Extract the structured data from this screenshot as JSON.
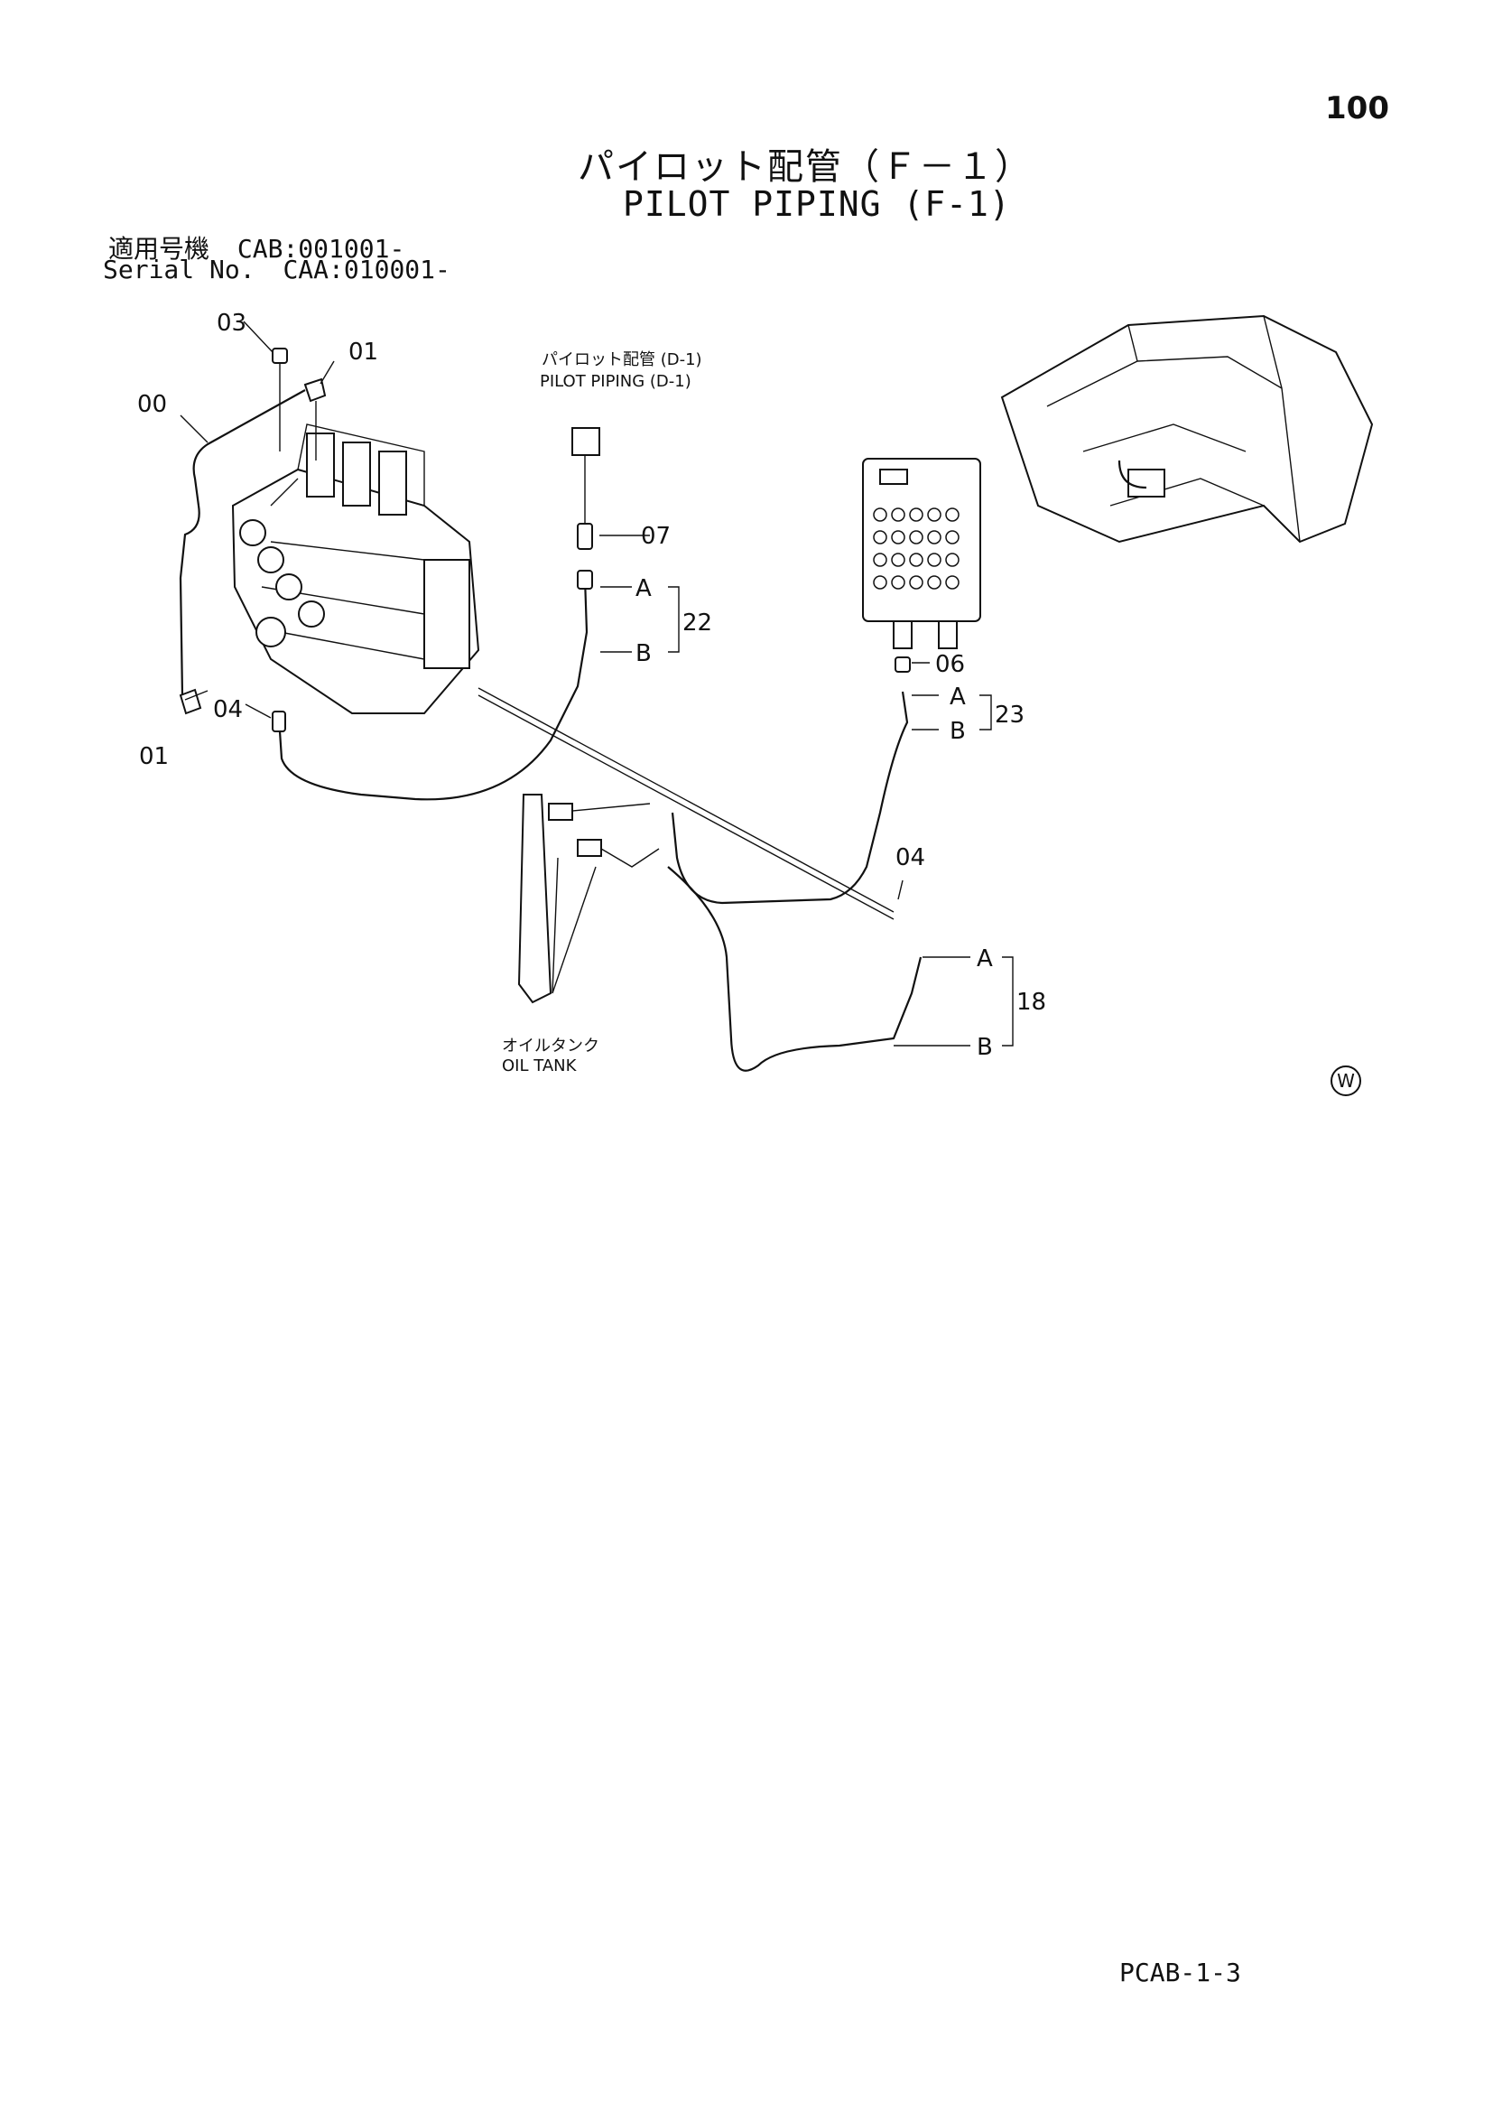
{
  "page": {
    "number": "100",
    "title_jp": "パイロット配管（Ｆ－１）",
    "title_en": "PILOT PIPING (F-1)",
    "applicable_label": "適用号機",
    "applicable_value": "CAB:001001-",
    "serial_label": "Serial No.",
    "serial_value": "CAA:010001-",
    "footer_code": "PCAB-1-3",
    "w_mark": "W"
  },
  "diagram": {
    "callouts": {
      "c00": "00",
      "c01_top": "01",
      "c01_bottom": "01",
      "c03": "03",
      "c04_left": "04",
      "c04_right": "04",
      "c06": "06",
      "c07": "07",
      "c18": "18",
      "c22": "22",
      "c23": "23"
    },
    "ports": {
      "a22": "A",
      "b22": "B",
      "a23": "A",
      "b23": "B",
      "a18": "A",
      "b18": "B"
    },
    "reference": {
      "ref_jp": "パイロット配管 (D-1)",
      "ref_en": "PILOT PIPING (D-1)"
    },
    "oil_tank": {
      "label_jp": "オイルタンク",
      "label_en": "OIL TANK"
    }
  }
}
